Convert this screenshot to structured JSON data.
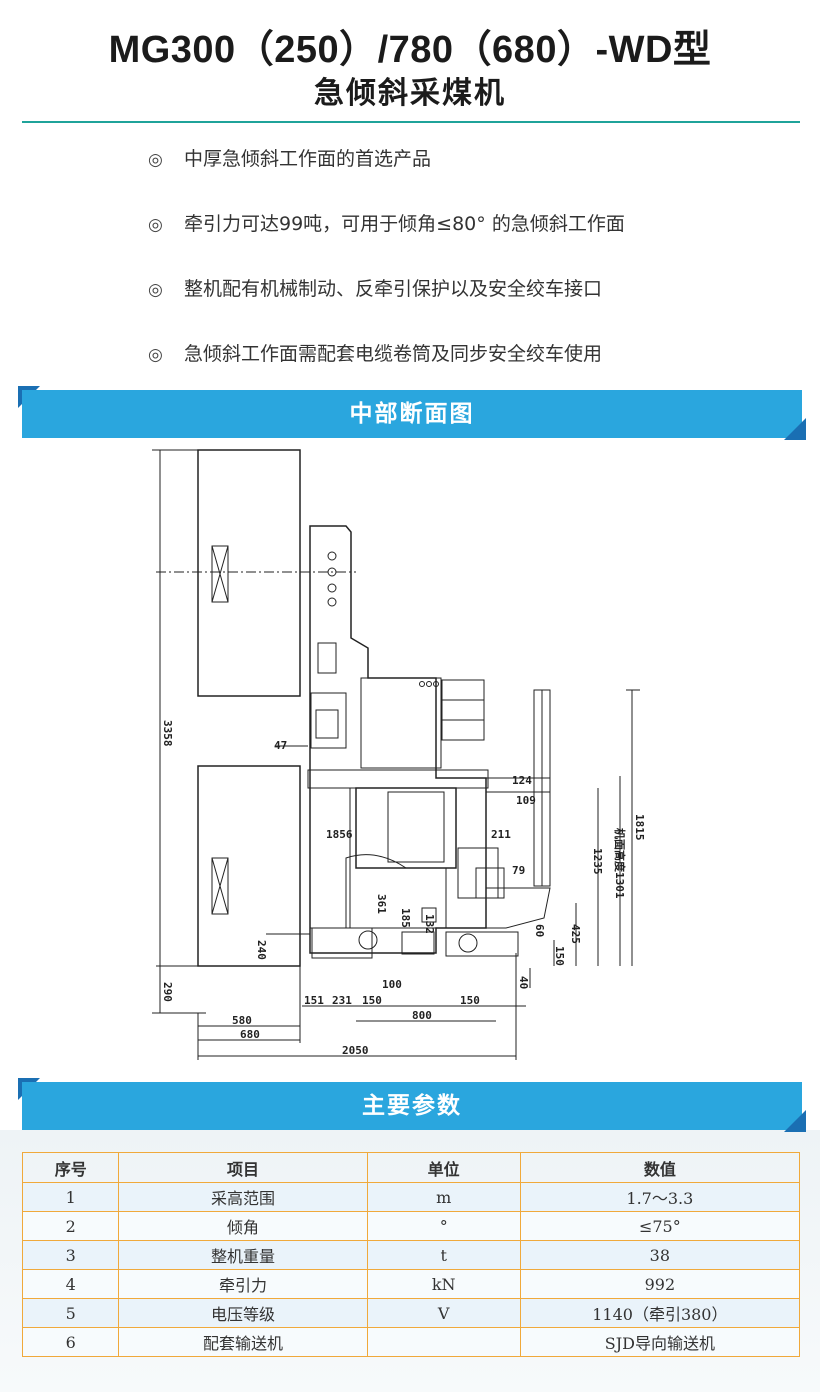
{
  "header": {
    "model": "MG300（250）/780（680）-WD型",
    "name": "急倾斜采煤机"
  },
  "features": [
    {
      "bullet": "◎",
      "text": "中厚急倾斜工作面的首选产品"
    },
    {
      "bullet": "◎",
      "text": "牵引力可达99吨，可用于倾角≤80° 的急倾斜工作面"
    },
    {
      "bullet": "◎",
      "text": "整机配有机械制动、反牵引保护以及安全绞车接口"
    },
    {
      "bullet": "◎",
      "text": "急倾斜工作面需配套电缆卷筒及同步安全绞车使用"
    }
  ],
  "section_drawing": {
    "title": "中部断面图"
  },
  "drawing_dims": {
    "d3358": "3358",
    "d47": "47",
    "d124": "124",
    "d109": "109",
    "d1815": "1815",
    "d1235": "1235",
    "d1301": "机面高度1301",
    "d1856": "1856",
    "d211": "211",
    "d79": "79",
    "d361": "361",
    "d185": "185",
    "d132": "132",
    "d60": "60",
    "d425": "425",
    "d150v": "150",
    "d240": "240",
    "d290": "290",
    "d100": "100",
    "d40": "40",
    "d151": "151",
    "d231": "231",
    "d150a": "150",
    "d150b": "150",
    "d800": "800",
    "d580": "580",
    "d680": "680",
    "d2050": "2050"
  },
  "section_params": {
    "title": "主要参数"
  },
  "params_table": {
    "headers": [
      "序号",
      "项目",
      "单位",
      "数值"
    ],
    "rows": [
      {
        "no": "1",
        "item": "采高范围",
        "unit": "m",
        "value": "1.7～3.3"
      },
      {
        "no": "2",
        "item": "倾角",
        "unit": "°",
        "value": "≤75°"
      },
      {
        "no": "3",
        "item": "整机重量",
        "unit": "t",
        "value": "38"
      },
      {
        "no": "4",
        "item": "牵引力",
        "unit": "kN",
        "value": "992"
      },
      {
        "no": "5",
        "item": "电压等级",
        "unit": "V",
        "value": "1140（牵引380）"
      },
      {
        "no": "6",
        "item": "配套输送机",
        "unit": "",
        "value": "SJD导向输送机"
      }
    ]
  },
  "colors": {
    "accent_banner": "#2aa6de",
    "title_rule": "#1fa39a",
    "table_border": "#f0a93b"
  }
}
